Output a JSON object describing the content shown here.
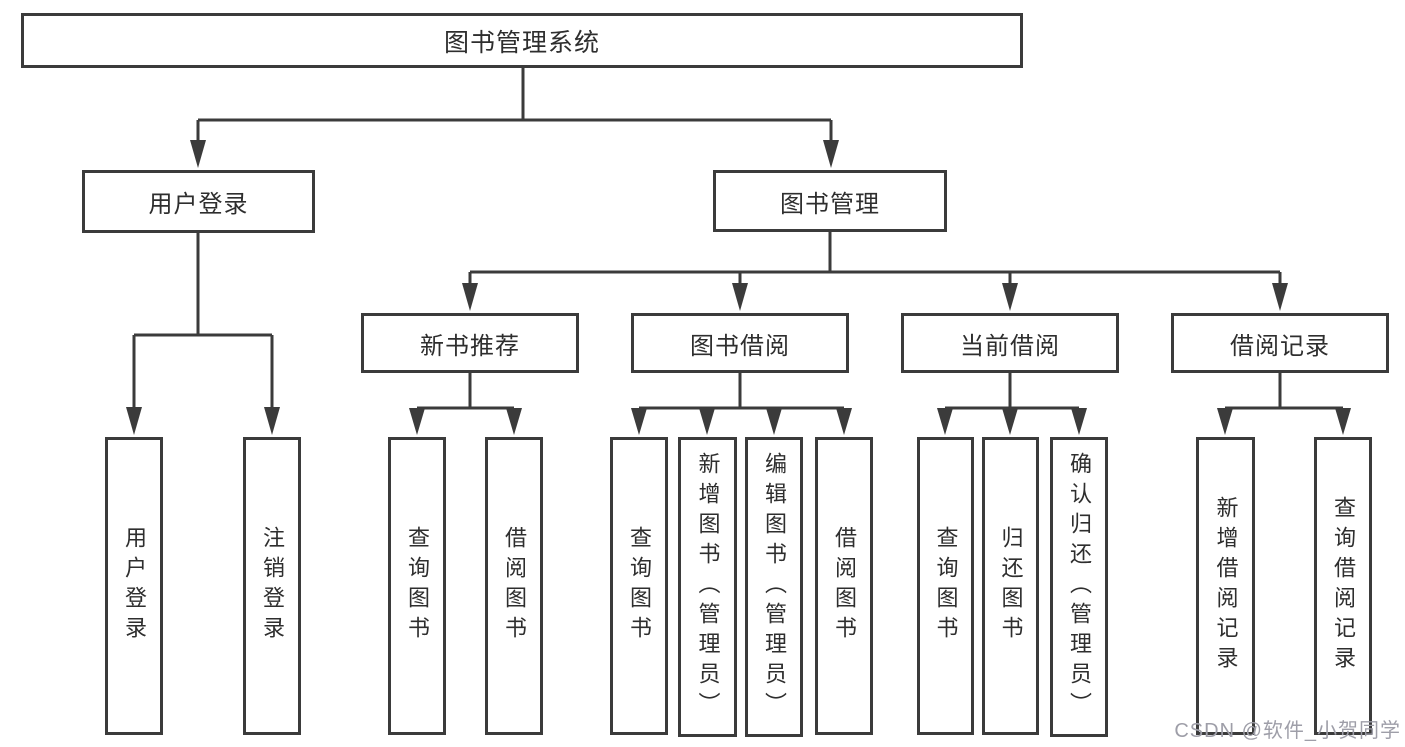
{
  "colors": {
    "line": "#3b3b3b",
    "text": "#2e2e2e",
    "watermark": "#9e9ea8"
  },
  "watermark": "CSDN @软件_小贺同学",
  "tree": {
    "root": "图书管理系统",
    "level2": {
      "user_login": "用户登录",
      "book_mgmt": "图书管理"
    },
    "level3": {
      "new_books": "新书推荐",
      "book_borrow": "图书借阅",
      "current_borrow": "当前借阅",
      "borrow_records": "借阅记录"
    },
    "leaves": {
      "user_login": [
        "用户登录",
        "注销登录"
      ],
      "new_books": [
        "查询图书",
        "借阅图书"
      ],
      "book_borrow": [
        "查询图书",
        "新增图书（管理员）",
        "编辑图书（管理员）",
        "借阅图书"
      ],
      "current_borrow": [
        "查询图书",
        "归还图书",
        "确认归还（管理员）"
      ],
      "borrow_records": [
        "新增借阅记录",
        "查询借阅记录"
      ]
    }
  }
}
